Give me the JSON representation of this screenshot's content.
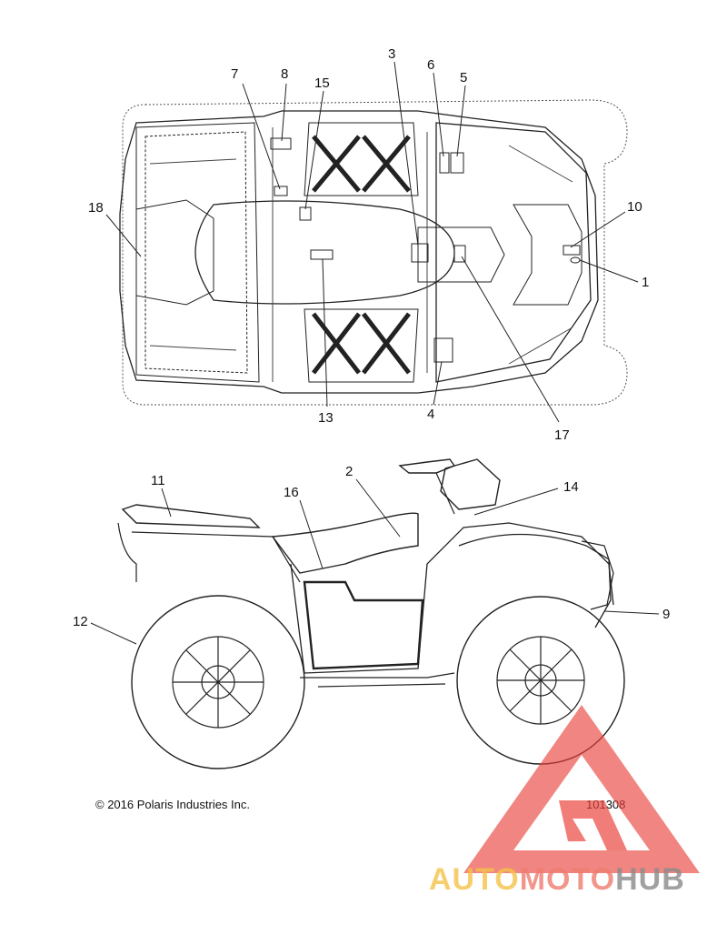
{
  "callouts": [
    {
      "id": "7",
      "label": "7"
    },
    {
      "id": "8",
      "label": "8"
    },
    {
      "id": "15",
      "label": "15"
    },
    {
      "id": "3",
      "label": "3"
    },
    {
      "id": "6",
      "label": "6"
    },
    {
      "id": "5",
      "label": "5"
    },
    {
      "id": "18",
      "label": "18"
    },
    {
      "id": "10",
      "label": "10"
    },
    {
      "id": "1",
      "label": "1"
    },
    {
      "id": "13",
      "label": "13"
    },
    {
      "id": "4",
      "label": "4"
    },
    {
      "id": "17",
      "label": "17"
    },
    {
      "id": "11",
      "label": "11"
    },
    {
      "id": "2",
      "label": "2"
    },
    {
      "id": "16",
      "label": "16"
    },
    {
      "id": "14",
      "label": "14"
    },
    {
      "id": "12",
      "label": "12"
    },
    {
      "id": "9",
      "label": "9"
    }
  ],
  "footer": {
    "copyright": "© 2016 Polaris Industries Inc.",
    "diagram_number": "101308"
  },
  "watermark": {
    "word_1": "AUTO",
    "word_2": "MOTO",
    "word_3": "HUB",
    "color_1": "#f6c24a",
    "color_2": "#ef7d6f",
    "color_3": "#8a8a8a",
    "logo_color": "#e8403a"
  }
}
